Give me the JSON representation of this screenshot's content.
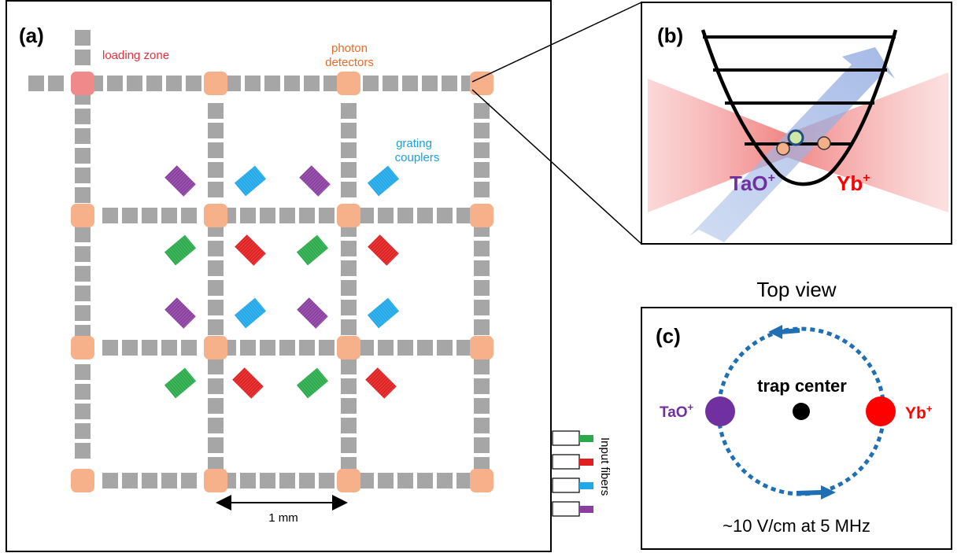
{
  "panel_a": {
    "label": "(a)",
    "loading_zone": "loading zone",
    "photon_detectors": [
      "photon",
      "detectors"
    ],
    "grating_couplers": [
      "grating",
      "couplers"
    ],
    "scale_label": "1 mm",
    "input_fibers": "Input fibers"
  },
  "panel_b": {
    "label": "(b)",
    "ion_left": "TaO",
    "ion_left_sup": "+",
    "ion_right": "Yb",
    "ion_right_sup": "+"
  },
  "panel_c": {
    "title": "Top view",
    "label": "(c)",
    "center_label": "trap center",
    "ion_left": "TaO",
    "ion_left_sup": "+",
    "ion_right": "Yb",
    "ion_right_sup": "+",
    "field_caption": "~10 V/cm at 5 MHz"
  },
  "colors": {
    "electrode": "#a6a6a6",
    "junction": "#f6b08a",
    "loading_junction": "#f08a8a",
    "loading_text": "#e8303a",
    "detector_text": "#ea6a2a",
    "coupler_text": "#1aa0e0",
    "green": "#2aaa4a",
    "red": "#e02020",
    "blue": "#20a8e8",
    "purple": "#8a3fa0",
    "tao_ion": "#7030a0",
    "yb_ion": "#ff0000",
    "orbit": "#1f6fb5"
  }
}
